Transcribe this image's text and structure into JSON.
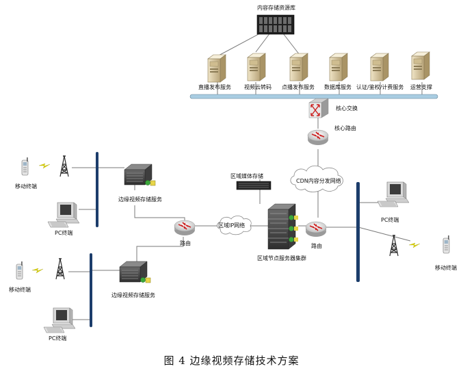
{
  "labels": {
    "repo": "内容存储资源库",
    "live_publish": "直播发布服务",
    "video_transcode": "视频云转码",
    "vod_publish": "点播发布服务",
    "database": "数据库服务",
    "auth_billing": "认证/鉴权/计费服务",
    "operation": "运营支撑",
    "core_switch": "核心交换",
    "core_router": "核心路由",
    "cdn_network": "CDN内容分发网络",
    "region_media_storage": "区域媒体存储",
    "region_ip_network": "区域IP网络",
    "region_node_cluster": "区域节点服务器集群",
    "router_left": "路由",
    "router_right": "路由",
    "edge_storage_top": "边缘视频存储服务",
    "edge_storage_bottom": "边缘视频存储服务",
    "mobile_tl": "移动终端",
    "pc_tl": "PC终端",
    "mobile_bl": "移动终端",
    "pc_bl": "PC终端",
    "pc_right": "PC终端",
    "mobile_right": "移动终端"
  },
  "caption": "图 4  边缘视频存储技术方案",
  "colors": {
    "backbone": "#a9cde2",
    "vbus": "#1c3d6b",
    "server_tan": "#d8c8a0",
    "router_red": "#cc2020",
    "bolt": "#e0d800"
  }
}
